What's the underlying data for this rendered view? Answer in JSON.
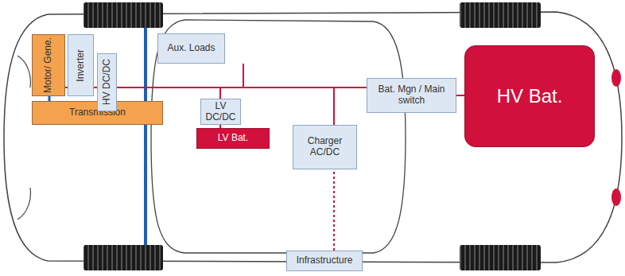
{
  "diagram": {
    "nodes": [
      {
        "text": [
          "Motor/ Gene."
        ]
      },
      {
        "text": [
          "Inverter"
        ]
      },
      {
        "text": [
          "Transmission"
        ]
      },
      {
        "text": [
          "HV DC/DC"
        ]
      },
      {
        "text": [
          "Aux. Loads"
        ]
      },
      {
        "text": [
          "LV DC/DC"
        ]
      },
      {
        "text": [
          "LV Bat."
        ]
      },
      {
        "text": [
          "Charger AC/DC"
        ]
      },
      {
        "text": [
          "Bat. Mgn / Main switch"
        ]
      },
      {
        "text": [
          "HV Bat."
        ]
      },
      {
        "text": [
          "Infrastructure"
        ]
      }
    ],
    "edges": [
      {
        "from": 0,
        "to": 1,
        "arrow": "none"
      },
      {
        "from": 1,
        "to": 3,
        "arrow": "none"
      },
      {
        "from": 3,
        "to": 8,
        "arrow": "none"
      },
      {
        "from": 4,
        "to": 3,
        "arrow": "none"
      },
      {
        "from": 5,
        "to": 3,
        "arrow": "none"
      },
      {
        "from": 7,
        "to": 8,
        "arrow": "none"
      },
      {
        "from": 5,
        "to": 6,
        "arrow": "none"
      },
      {
        "from": 8,
        "to": 9,
        "arrow": "none"
      },
      {
        "from": 10,
        "to": 7,
        "arrow": "none"
      },
      {
        "from": 0,
        "to": 2,
        "arrow": "none"
      }
    ]
  }
}
